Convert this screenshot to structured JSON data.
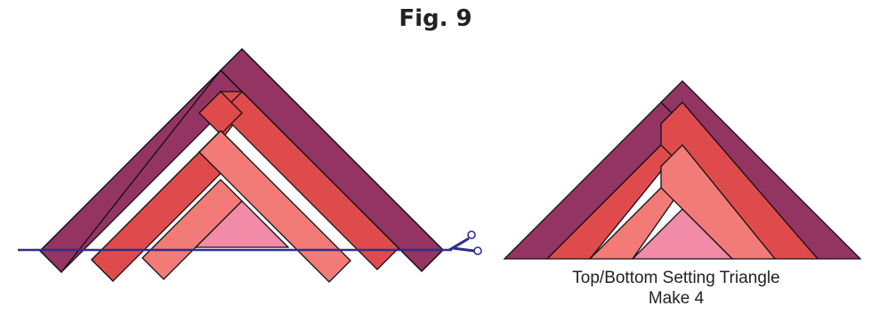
{
  "figure": {
    "title": "Fig. 9",
    "caption_line1": "Top/Bottom Setting Triangle",
    "caption_line2": "Make 4"
  },
  "colors": {
    "outer": "#943463",
    "second": "#df4b4d",
    "third": "#f27b77",
    "center": "#f18ba8",
    "cut_line": "#2e2d8f",
    "outline": "#111111"
  },
  "icons": {
    "cut": "scissors-icon"
  }
}
